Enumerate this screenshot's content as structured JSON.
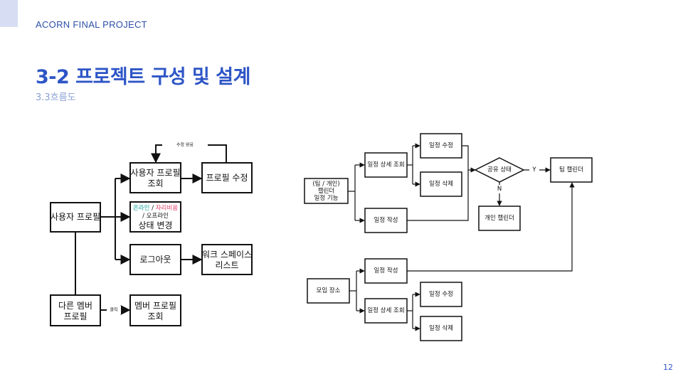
{
  "header": {
    "label": "ACORN FINAL PROJECT"
  },
  "title": "3-2 프로젝트 구성 및 설계",
  "subtitle": "3.3흐름도",
  "page_number": "12",
  "colors": {
    "accent": "#2d55c6",
    "online": "#1aa89a",
    "away": "#e0406a",
    "offline": "#999999"
  },
  "left_flow": {
    "user_profile": "사용자 프로필",
    "profile_view": [
      "사용자 프로필",
      "조회"
    ],
    "profile_edit": "프로필 수정",
    "edit_done": "수정 완료",
    "status_online": "온라인",
    "status_sep": " / ",
    "status_away": "자리비움",
    "status_offline_line": "/ 오프라인",
    "status_change": "상태 변경",
    "logout": "로그아웃",
    "workspace_list": [
      "워크 스페이스",
      "리스트"
    ],
    "other_member": [
      "다른 멤버",
      "프로필"
    ],
    "click": "클릭",
    "member_profile": [
      "멤버 프로필",
      "조회"
    ]
  },
  "right_flow": {
    "calendar_feature": [
      "(팀 / 개인)",
      "캘린더",
      "일정 기능"
    ],
    "schedule_detail": "일정 상세 조회",
    "schedule_edit": "일정 수정",
    "schedule_delete": "일정 삭제",
    "schedule_create": "일정 작성",
    "share_state": "공유 상태",
    "yes": "Y",
    "no": "N",
    "team_calendar": "팀 캘린더",
    "personal_calendar": "개인 캘린더",
    "meeting_place": "모임 장소",
    "place_create": "일정 작성",
    "place_detail": "일정 상세 조회",
    "place_edit": "일정 수정",
    "place_delete": "일정 삭제"
  }
}
